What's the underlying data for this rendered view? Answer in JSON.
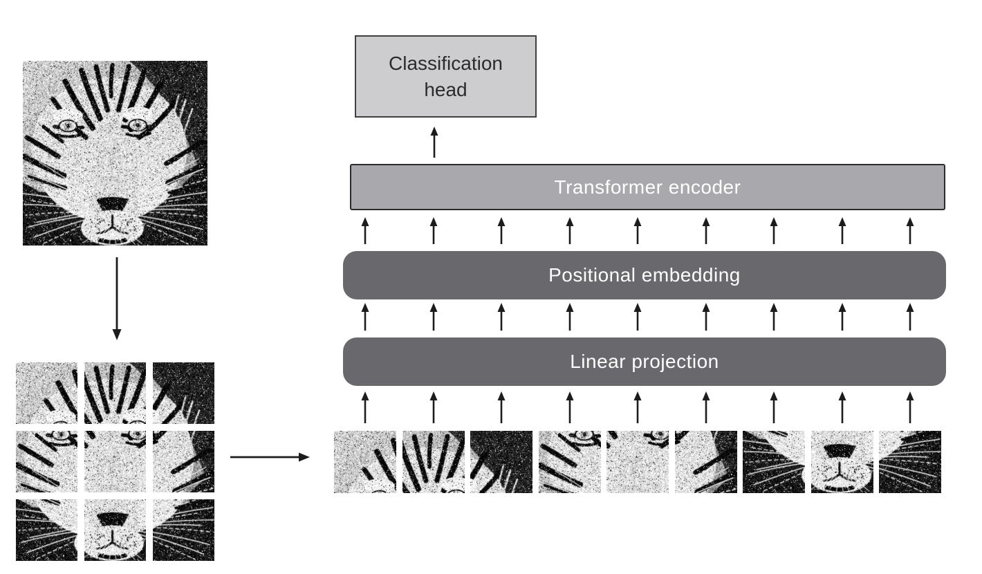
{
  "diagram": {
    "type": "vision-transformer-architecture",
    "labels": {
      "classification_head": "Classification head",
      "transformer_encoder": "Transformer encoder",
      "positional_embedding": "Positional embedding",
      "linear_projection": "Linear projection"
    },
    "input_image": {
      "description": "grainy black-and-white tiger face photograph",
      "grid_rows": 3,
      "grid_cols": 3
    },
    "num_patches": 9,
    "arrows": {
      "per_layer_count": 9,
      "classification_count": 1,
      "image_to_grid_count": 1,
      "grid_to_sequence_count": 1
    },
    "colors": {
      "background": "#ffffff",
      "classification_fill": "#cdcdcf",
      "classification_border": "#3f3f3f",
      "encoder_fill": "#a9a9ad",
      "encoder_border": "#2b2b2b",
      "embedding_fill": "#69696d",
      "bar_text": "#ffffff",
      "box_text": "#2b2b2b",
      "arrow": "#1c1c1c"
    }
  }
}
